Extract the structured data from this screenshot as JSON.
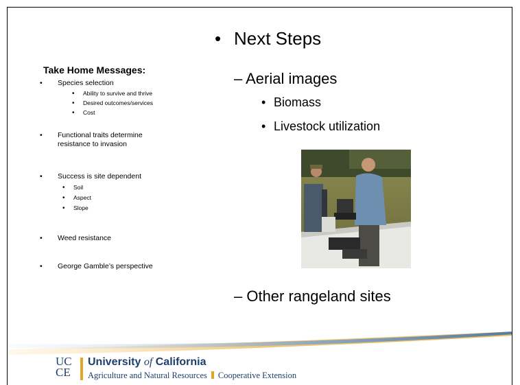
{
  "slide": {
    "title_bullet": "•",
    "title": "Next Steps",
    "left": {
      "heading": "Take Home Messages:",
      "bullet": "•",
      "items": [
        {
          "text": "Species selection",
          "subitems": [
            "Ability to survive and thrive",
            "Desired outcomes/services",
            "Cost"
          ]
        },
        {
          "text_lines": [
            "Functional traits determine",
            "resistance to invasion"
          ]
        },
        {
          "text": "Success is site dependent",
          "subitems": [
            "Soil",
            "Aspect",
            "Slope"
          ]
        },
        {
          "text": "Weed resistance"
        },
        {
          "text": "George Gamble’s perspective"
        }
      ]
    },
    "right": {
      "items": [
        {
          "text": "– Aerial images",
          "subitems": [
            "Biomass",
            "Livestock utilization"
          ]
        },
        {
          "text": "– Other rangeland sites"
        }
      ]
    }
  },
  "logo": {
    "uc_line1": "UC",
    "uc_line2": "CE",
    "university_pre": "University",
    "university_of": "of",
    "university_post": "California",
    "division": "Agriculture and Natural Resources",
    "extension": "Cooperative Extension"
  },
  "colors": {
    "logo_blue": "#1d3f6e",
    "logo_gold": "#e2a526",
    "swoosh_blue": "#2f6fb3",
    "swoosh_gold": "#f1c879"
  }
}
